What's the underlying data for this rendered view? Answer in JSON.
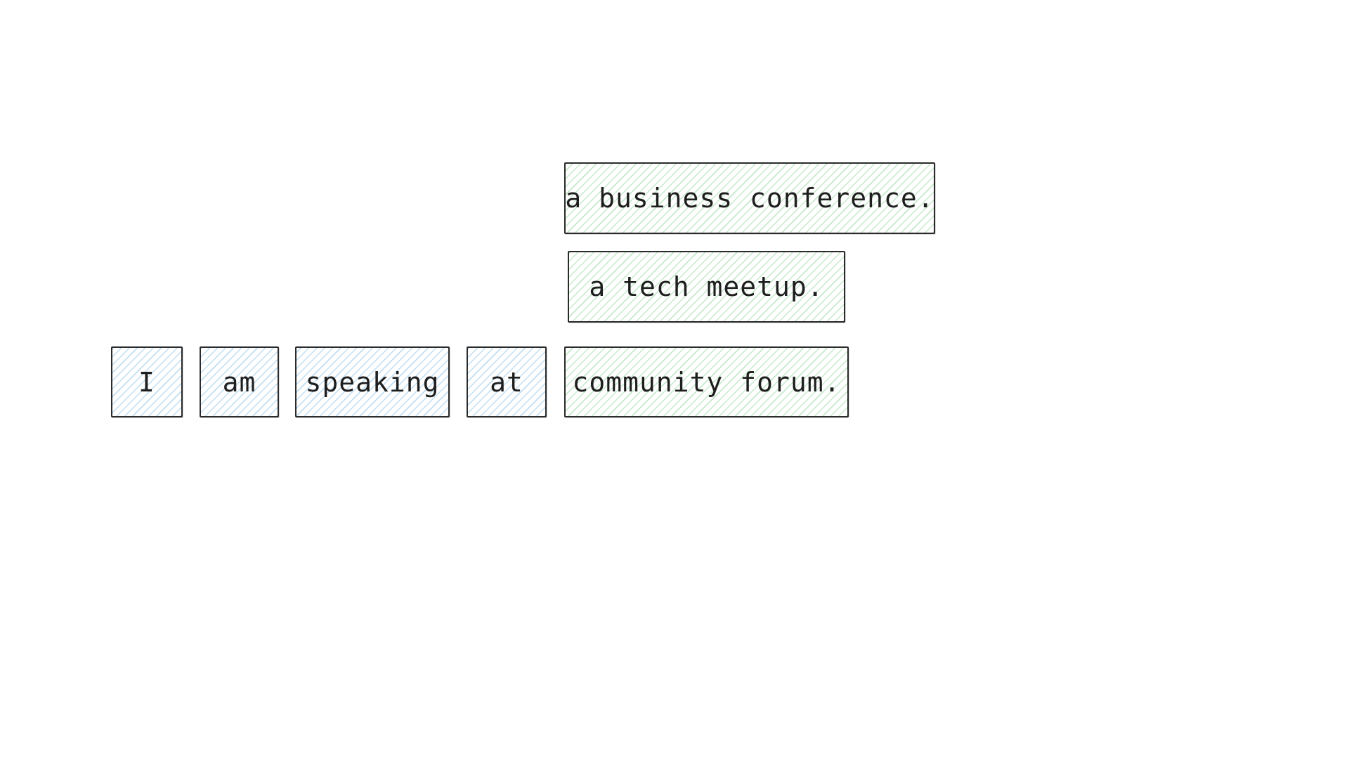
{
  "sentence_words": {
    "w1": "I",
    "w2": "am",
    "w3": "speaking",
    "w4": "at"
  },
  "options": {
    "o1": "a business conference.",
    "o2": "a tech meetup.",
    "o3": "community forum."
  },
  "colors": {
    "word_fill": "#8cc3e6",
    "option_fill": "#96d7a0",
    "stroke": "#2b2b2b",
    "text": "#1e1e1e"
  }
}
